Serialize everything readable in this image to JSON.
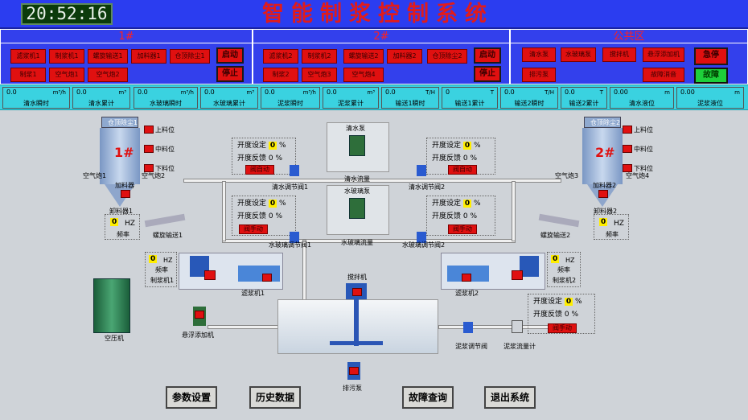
{
  "clock": "20:52:16",
  "title": "智能制浆控制系统",
  "panels": {
    "p1": "1#",
    "p2": "2#",
    "p3": "公共区"
  },
  "p1_buttons": [
    "滤浆机1",
    "制浆机1",
    "螺旋输送1",
    "加料器1",
    "仓顶除尘1",
    "启动",
    "制浆1",
    "空气炮1",
    "空气炮2",
    "停止"
  ],
  "p2_buttons": [
    "滤浆机2",
    "制浆机2",
    "螺旋输送2",
    "加料器2",
    "仓顶除尘2",
    "启动",
    "制浆2",
    "空气炮3",
    "空气炮4",
    "停止"
  ],
  "p3_buttons": [
    "清水泵",
    "水玻璃泵",
    "搅拌机",
    "悬浮添加机",
    "急停",
    "排污泵",
    "故障消音",
    "故障"
  ],
  "info": [
    {
      "v": "0.0",
      "u": "m³/h",
      "l": "清水瞬时"
    },
    {
      "v": "0.0",
      "u": "m³",
      "l": "清水累计"
    },
    {
      "v": "0.0",
      "u": "m³/h",
      "l": "水玻璃瞬时"
    },
    {
      "v": "0.0",
      "u": "m³",
      "l": "水玻璃累计"
    },
    {
      "v": "0.0",
      "u": "m³/h",
      "l": "泥浆瞬时"
    },
    {
      "v": "0.0",
      "u": "m³",
      "l": "泥浆累计"
    },
    {
      "v": "0.0",
      "u": "T/H",
      "l": "输送1瞬时"
    },
    {
      "v": "0",
      "u": "T",
      "l": "输送1累计"
    },
    {
      "v": "0.0",
      "u": "T/H",
      "l": "输送2瞬时"
    },
    {
      "v": "0.0",
      "u": "T",
      "l": "输送2累计"
    },
    {
      "v": "0.00",
      "u": "m",
      "l": "清水液位"
    },
    {
      "v": "0.00",
      "u": "m",
      "l": "泥浆液位"
    }
  ],
  "valve_ctrl": {
    "set": "开度设定",
    "fb": "开度反馈",
    "set_val": "0",
    "fb_val": "0",
    "pct": "%",
    "manual": "阀手动",
    "auto": "阀自动"
  },
  "labels": {
    "silo1": "1#",
    "silo2": "2#",
    "up": "上料位",
    "mid": "中料位",
    "low": "下料位",
    "air1": "空气炮1",
    "air2": "空气炮2",
    "air3": "空气炮3",
    "air4": "空气炮4",
    "dust1": "仓顶除尘1",
    "dust2": "仓顶除尘2",
    "feeder1": "加料器",
    "feeder2": "加料器2",
    "unload1": "卸料器1",
    "unload2": "卸料器2",
    "screw1": "螺旋输送1",
    "screw2": "螺旋输送2",
    "hz": "HZ",
    "freq": "频率",
    "freq_val": "0",
    "maker1": "制浆机1",
    "maker2": "制浆机2",
    "filter1": "滤浆机1",
    "filter2": "滤浆机2",
    "water_pump": "清水泵",
    "water_flow": "清水流量",
    "water_valve1": "清水调节阀1",
    "water_valve2": "清水调节阀2",
    "glass_pump": "水玻璃泵",
    "glass_flow": "水玻璃流量",
    "glass_valve1": "水玻璃调节阀1",
    "glass_valve2": "水玻璃调节阀2",
    "mixer": "搅拌机",
    "compressor": "空压机",
    "susp": "悬浮添加机",
    "drain": "排污泵",
    "slurry_valve": "泥浆调节阀",
    "slurry_meter": "泥浆流量计"
  },
  "nav": [
    "参数设置",
    "历史数据",
    "故障查询",
    "退出系统"
  ]
}
